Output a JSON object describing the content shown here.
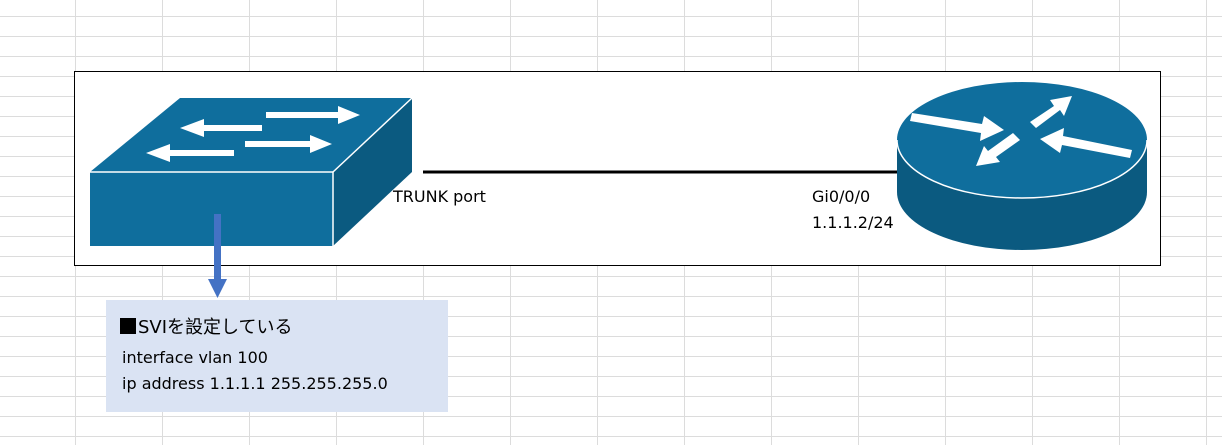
{
  "switch": {
    "port_label": "TRUNK port",
    "color": "#0f6e9d"
  },
  "router": {
    "interface": "Gi0/0/0",
    "ip": "1.1.1.2/24",
    "color": "#0f6e9d"
  },
  "note": {
    "title": "SVIを設定している",
    "lines": [
      "interface vlan 100",
      "ip address 1.1.1.1 255.255.255.0"
    ],
    "background": "#dae3f3"
  },
  "arrow_color": "#4472c4"
}
